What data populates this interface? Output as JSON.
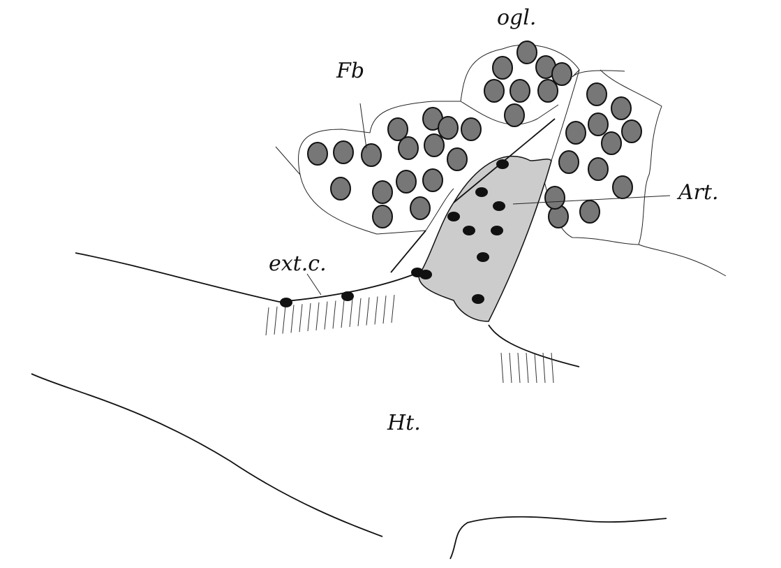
{
  "figure": {
    "labels": {
      "ogl": "ogl.",
      "fb": "Fb",
      "art": "Art.",
      "extc": "ext.c.",
      "ht": "Ht."
    },
    "colors": {
      "ink": "#111111",
      "paper": "#ffffff"
    }
  }
}
